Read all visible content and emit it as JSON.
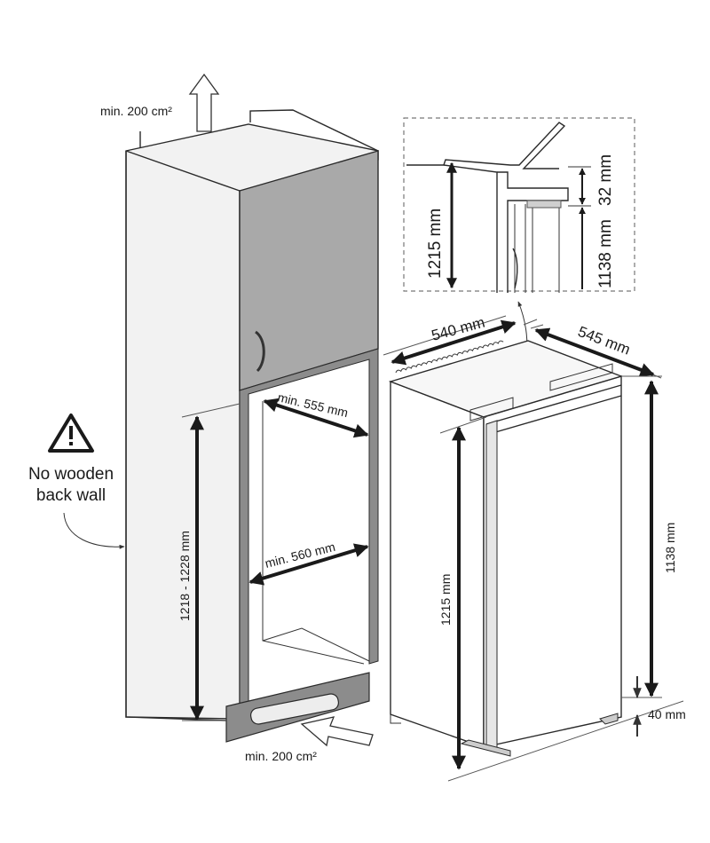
{
  "cabinet": {
    "vent_top_label": "min. 200 cm²",
    "vent_bottom_label": "min. 200 cm²",
    "width_top_label": "min. 555 mm",
    "width_bottom_label": "min. 560 mm",
    "height_label": "1218 - 1228 mm"
  },
  "warning": {
    "icon": "warning-triangle-icon",
    "line1": "No wooden",
    "line2": "back wall"
  },
  "appliance": {
    "width_label": "540 mm",
    "depth_label": "545 mm",
    "height_label": "1215 mm",
    "inner_height_label": "1138 mm",
    "foot_label": "40 mm"
  },
  "detail": {
    "height_label": "1215 mm",
    "gap_label": "32 mm",
    "inner_height_label": "1138 mm"
  }
}
